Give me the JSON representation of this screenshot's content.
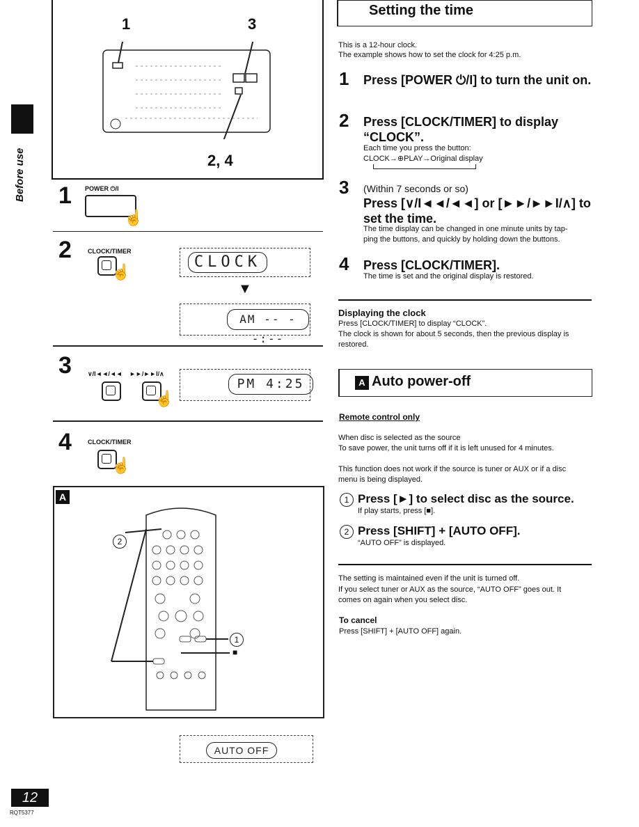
{
  "side": {
    "label": "Before use"
  },
  "figure": {
    "callout_1": "1",
    "callout_3": "3",
    "callout_24": "2, 4"
  },
  "steps_left": [
    {
      "num": "1",
      "label": "POWER ⏻/I"
    },
    {
      "num": "2",
      "label": "CLOCK/TIMER",
      "display_1": "CLOCK",
      "display_2": "AM -- --:--"
    },
    {
      "num": "3",
      "label_a": "∨/I◄◄/◄◄",
      "label_b": "►►/►►I/∧",
      "display": "PM  4:25"
    },
    {
      "num": "4",
      "label": "CLOCK/TIMER"
    }
  ],
  "remote_panel": {
    "badge": "A",
    "callout_2": "2",
    "callout_1": "1",
    "callout_stop": "■",
    "auto_off_display": "AUTO OFF"
  },
  "right": {
    "title": "Setting the time",
    "intro_1": "This is a 12-hour clock.",
    "intro_2": "The example shows how to set the clock for 4:25 p.m.",
    "steps": [
      {
        "num": "1",
        "text": "Press [POWER ⏻/I] to turn the unit on."
      },
      {
        "num": "2",
        "text": "Press [CLOCK/TIMER] to display “CLOCK”.",
        "sub_1": "Each time you press the button:",
        "sub_2": "CLOCK→⊕PLAY→Original display"
      },
      {
        "num": "3",
        "pre": "(Within 7 seconds or so)",
        "text": "Press [∨/I◄◄/◄◄] or [►►/►►I/∧] to set the time.",
        "sub_1": "The time display can be changed in one minute units by tap-",
        "sub_2": "ping the buttons, and quickly by holding down the buttons."
      },
      {
        "num": "4",
        "text": "Press [CLOCK/TIMER].",
        "sub_1": "The time is set and the original display is restored."
      }
    ],
    "displaying": {
      "heading": "Displaying the clock",
      "line_1": "Press [CLOCK/TIMER] to display “CLOCK”.",
      "line_2": "The clock is shown for about 5 seconds, then the previous display is",
      "line_3": "restored."
    },
    "auto": {
      "badge": "A",
      "title": "Auto power-off",
      "remote_only": "Remote control only",
      "p1_1": "When disc is selected as the source",
      "p1_2": "To save power, the unit turns off if it is left unused for 4 minutes.",
      "p2_1": "This function does not work if the source is tuner or AUX or if a disc",
      "p2_2": "menu is being displayed.",
      "step1_num": "1",
      "step1": "Press [►] to select disc as the source.",
      "step1_sub": "If play starts, press [■].",
      "step2_num": "2",
      "step2": "Press [SHIFT] + [AUTO OFF].",
      "step2_sub": "“AUTO OFF” is displayed.",
      "note_1": "The setting is maintained even if the unit is turned off.",
      "note_2": "If you select tuner or AUX as the source, “AUTO OFF” goes out. It",
      "note_3": "comes on again when you select disc.",
      "cancel_heading": "To cancel",
      "cancel_text": "Press [SHIFT] + [AUTO OFF] again."
    }
  },
  "footer": {
    "page": "12",
    "code": "RQT5377"
  }
}
